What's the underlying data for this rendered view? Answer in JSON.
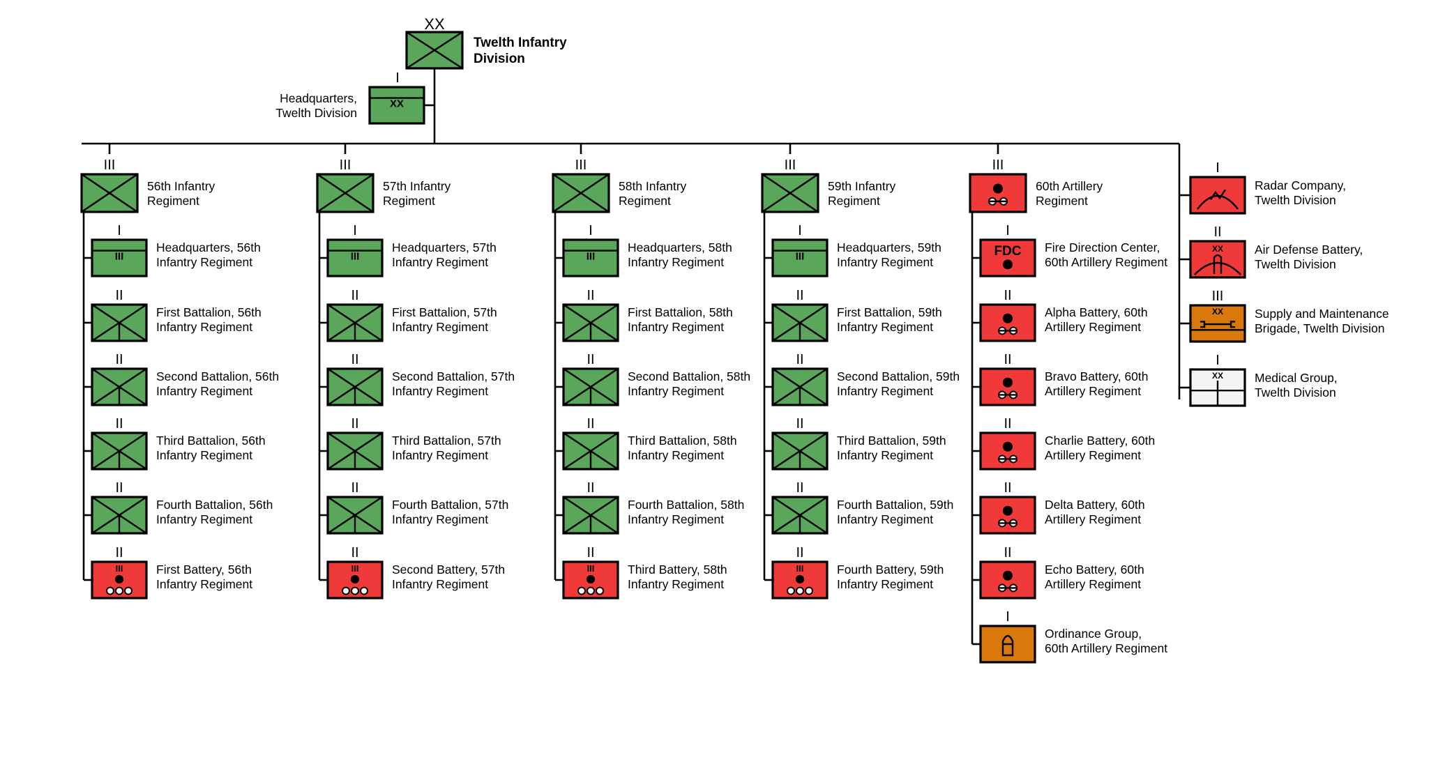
{
  "colors": {
    "infantry": "#5aa65a",
    "artillery": "#f03a3a",
    "support": "#d9790b",
    "medical": "#f4f4f4",
    "line": "#000000"
  },
  "division": {
    "echelon": "XX",
    "label_lines": [
      "Twelth Infantry",
      "Division"
    ],
    "headquarters": {
      "echelon": "I",
      "inner": "XX",
      "label_lines": [
        "Headquarters,",
        "Twelth Division"
      ]
    }
  },
  "regiments": [
    {
      "echelon": "III",
      "symbol": "infantry",
      "label_lines": [
        "56th Infantry",
        "Regiment"
      ],
      "units": [
        {
          "echelon": "I",
          "symbol": "hq",
          "inner": "III",
          "label_lines": [
            "Headquarters, 56th",
            "Infantry Regiment"
          ]
        },
        {
          "echelon": "II",
          "symbol": "infantry-battalion",
          "label_lines": [
            "First Battalion, 56th",
            "Infantry Regiment"
          ]
        },
        {
          "echelon": "II",
          "symbol": "infantry-battalion",
          "label_lines": [
            "Second Battalion, 56th",
            "Infantry Regiment"
          ]
        },
        {
          "echelon": "II",
          "symbol": "infantry-battalion",
          "label_lines": [
            "Third Battalion, 56th",
            "Infantry Regiment"
          ]
        },
        {
          "echelon": "II",
          "symbol": "infantry-battalion",
          "label_lines": [
            "Fourth Battalion, 56th",
            "Infantry Regiment"
          ]
        },
        {
          "echelon": "II",
          "symbol": "battery",
          "inner": "III",
          "label_lines": [
            "First Battery, 56th",
            "Infantry Regiment"
          ]
        }
      ]
    },
    {
      "echelon": "III",
      "symbol": "infantry",
      "label_lines": [
        "57th Infantry",
        "Regiment"
      ],
      "units": [
        {
          "echelon": "I",
          "symbol": "hq",
          "inner": "III",
          "label_lines": [
            "Headquarters, 57th",
            "Infantry Regiment"
          ]
        },
        {
          "echelon": "II",
          "symbol": "infantry-battalion",
          "label_lines": [
            "First Battalion, 57th",
            "Infantry Regiment"
          ]
        },
        {
          "echelon": "II",
          "symbol": "infantry-battalion",
          "label_lines": [
            "Second Battalion, 57th",
            "Infantry Regiment"
          ]
        },
        {
          "echelon": "II",
          "symbol": "infantry-battalion",
          "label_lines": [
            "Third Battalion, 57th",
            "Infantry Regiment"
          ]
        },
        {
          "echelon": "II",
          "symbol": "infantry-battalion",
          "label_lines": [
            "Fourth Battalion, 57th",
            "Infantry Regiment"
          ]
        },
        {
          "echelon": "II",
          "symbol": "battery",
          "inner": "III",
          "label_lines": [
            "Second Battery, 57th",
            "Infantry Regiment"
          ]
        }
      ]
    },
    {
      "echelon": "III",
      "symbol": "infantry",
      "label_lines": [
        "58th Infantry",
        "Regiment"
      ],
      "units": [
        {
          "echelon": "I",
          "symbol": "hq",
          "inner": "III",
          "label_lines": [
            "Headquarters, 58th",
            "Infantry Regiment"
          ]
        },
        {
          "echelon": "II",
          "symbol": "infantry-battalion",
          "label_lines": [
            "First Battalion, 58th",
            "Infantry Regiment"
          ]
        },
        {
          "echelon": "II",
          "symbol": "infantry-battalion",
          "label_lines": [
            "Second Battalion, 58th",
            "Infantry Regiment"
          ]
        },
        {
          "echelon": "II",
          "symbol": "infantry-battalion",
          "label_lines": [
            "Third Battalion, 58th",
            "Infantry Regiment"
          ]
        },
        {
          "echelon": "II",
          "symbol": "infantry-battalion",
          "label_lines": [
            "Fourth Battalion, 58th",
            "Infantry Regiment"
          ]
        },
        {
          "echelon": "II",
          "symbol": "battery",
          "inner": "III",
          "label_lines": [
            "Third Battery, 58th",
            "Infantry Regiment"
          ]
        }
      ]
    },
    {
      "echelon": "III",
      "symbol": "infantry",
      "label_lines": [
        "59th Infantry",
        "Regiment"
      ],
      "units": [
        {
          "echelon": "I",
          "symbol": "hq",
          "inner": "III",
          "label_lines": [
            "Headquarters, 59th",
            "Infantry Regiment"
          ]
        },
        {
          "echelon": "II",
          "symbol": "infantry-battalion",
          "label_lines": [
            "First Battalion, 59th",
            "Infantry Regiment"
          ]
        },
        {
          "echelon": "II",
          "symbol": "infantry-battalion",
          "label_lines": [
            "Second Battalion, 59th",
            "Infantry Regiment"
          ]
        },
        {
          "echelon": "II",
          "symbol": "infantry-battalion",
          "label_lines": [
            "Third Battalion, 59th",
            "Infantry Regiment"
          ]
        },
        {
          "echelon": "II",
          "symbol": "infantry-battalion",
          "label_lines": [
            "Fourth Battalion, 59th",
            "Infantry Regiment"
          ]
        },
        {
          "echelon": "II",
          "symbol": "battery",
          "inner": "III",
          "label_lines": [
            "Fourth Battery, 59th",
            "Infantry Regiment"
          ]
        }
      ]
    },
    {
      "echelon": "III",
      "symbol": "artillery",
      "label_lines": [
        "60th Artillery",
        "Regiment"
      ],
      "units": [
        {
          "echelon": "I",
          "symbol": "fdc",
          "inner": "FDC",
          "label_lines": [
            "Fire Direction Center,",
            "60th Artillery Regiment"
          ]
        },
        {
          "echelon": "II",
          "symbol": "artillery",
          "label_lines": [
            "Alpha Battery, 60th",
            "Artillery Regiment"
          ]
        },
        {
          "echelon": "II",
          "symbol": "artillery",
          "label_lines": [
            "Bravo Battery, 60th",
            "Artillery Regiment"
          ]
        },
        {
          "echelon": "II",
          "symbol": "artillery",
          "label_lines": [
            "Charlie Battery, 60th",
            "Artillery Regiment"
          ]
        },
        {
          "echelon": "II",
          "symbol": "artillery",
          "label_lines": [
            "Delta Battery, 60th",
            "Artillery Regiment"
          ]
        },
        {
          "echelon": "II",
          "symbol": "artillery",
          "label_lines": [
            "Echo Battery, 60th",
            "Artillery Regiment"
          ]
        },
        {
          "echelon": "I",
          "symbol": "ordnance",
          "label_lines": [
            "Ordinance Group,",
            "60th Artillery Regiment"
          ]
        }
      ]
    }
  ],
  "support_units": [
    {
      "echelon": "I",
      "symbol": "radar",
      "label_lines": [
        "Radar Company,",
        "Twelth Division"
      ]
    },
    {
      "echelon": "II",
      "symbol": "air-defense",
      "inner": "XX",
      "label_lines": [
        "Air Defense Battery,",
        "Twelth Division"
      ]
    },
    {
      "echelon": "III",
      "symbol": "supply",
      "inner": "XX",
      "label_lines": [
        "Supply and Maintenance",
        "Brigade, Twelth Division"
      ]
    },
    {
      "echelon": "I",
      "symbol": "medical",
      "inner": "XX",
      "label_lines": [
        "Medical Group,",
        "Twelth Division"
      ]
    }
  ]
}
